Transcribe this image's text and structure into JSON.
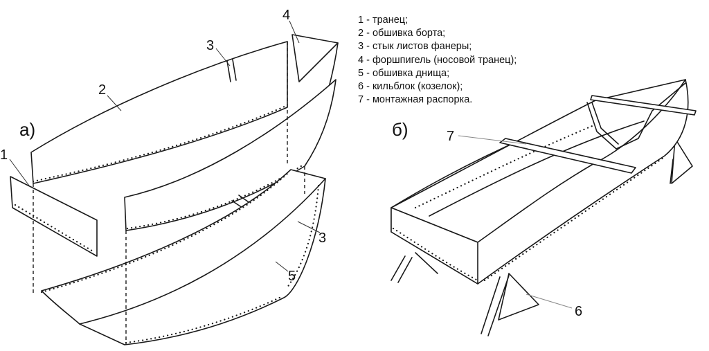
{
  "figure_a": {
    "label": "а)",
    "callouts": [
      "1",
      "2",
      "3",
      "4",
      "3",
      "5"
    ]
  },
  "figure_b": {
    "label": "б)",
    "callouts": [
      "7",
      "6"
    ]
  },
  "legend": [
    "1 - транец;",
    "2 - обшивка борта;",
    "3 - стык листов фанеры;",
    "4 - форшпигель (носовой транец);",
    "5 - обшивка днища;",
    "6 - кильблок (козелок);",
    "7 - монтажная распорка."
  ]
}
